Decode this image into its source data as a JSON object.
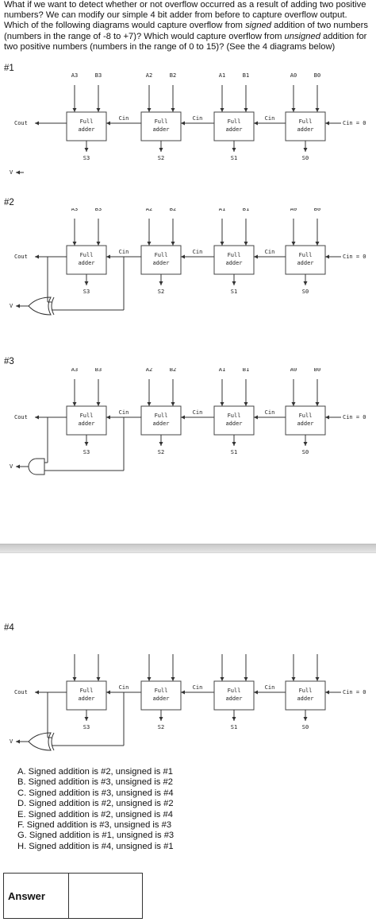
{
  "question": {
    "part1": "What if we want to detect whether or not overflow occurred as a result of adding two positive numbers? We can modify our simple 4 bit adder from before to capture overflow output. Which of the following diagrams would capture overflow from ",
    "signed": "signed",
    "part2": " addition of two numbers (numbers in the range of -8 to +7)? Which would capture overflow from ",
    "unsigned": "unsigned",
    "part3": " addition for two positive numbers (numbers in the range of 0 to 15)? (See the 4 diagrams below)"
  },
  "diagrams": [
    {
      "label": "#1",
      "gate": "none"
    },
    {
      "label": "#2",
      "gate": "xor"
    },
    {
      "label": "#3",
      "gate": "and"
    },
    {
      "label": "#4",
      "gate": "xor"
    }
  ],
  "circuit": {
    "adders": [
      {
        "a": "A3",
        "b": "B3",
        "s": "S3"
      },
      {
        "a": "A2",
        "b": "B2",
        "s": "S2"
      },
      {
        "a": "A1",
        "b": "B1",
        "s": "S1"
      },
      {
        "a": "A0",
        "b": "B0",
        "s": "S0"
      }
    ],
    "full_line1": "Full",
    "full_line2": "adder",
    "cin": "Cin",
    "cout": "Cout",
    "cin_zero": "Cin = 0",
    "v": "V"
  },
  "options": [
    "A.  Signed addition is #2, unsigned is #1",
    "B.  Signed addition is #3, unsigned is #2",
    "C.  Signed addition is #3, unsigned is #4",
    "D.  Signed addition is #2, unsigned is #2",
    "E.  Signed addition is #2, unsigned is #4",
    "F.  Signed addition is #3, unsigned is #3",
    "G.  Signed addition is #1, unsigned is #3",
    "H.  Signed addition is #4, unsigned is #1"
  ],
  "answer": {
    "label": "Answer",
    "value": ""
  }
}
